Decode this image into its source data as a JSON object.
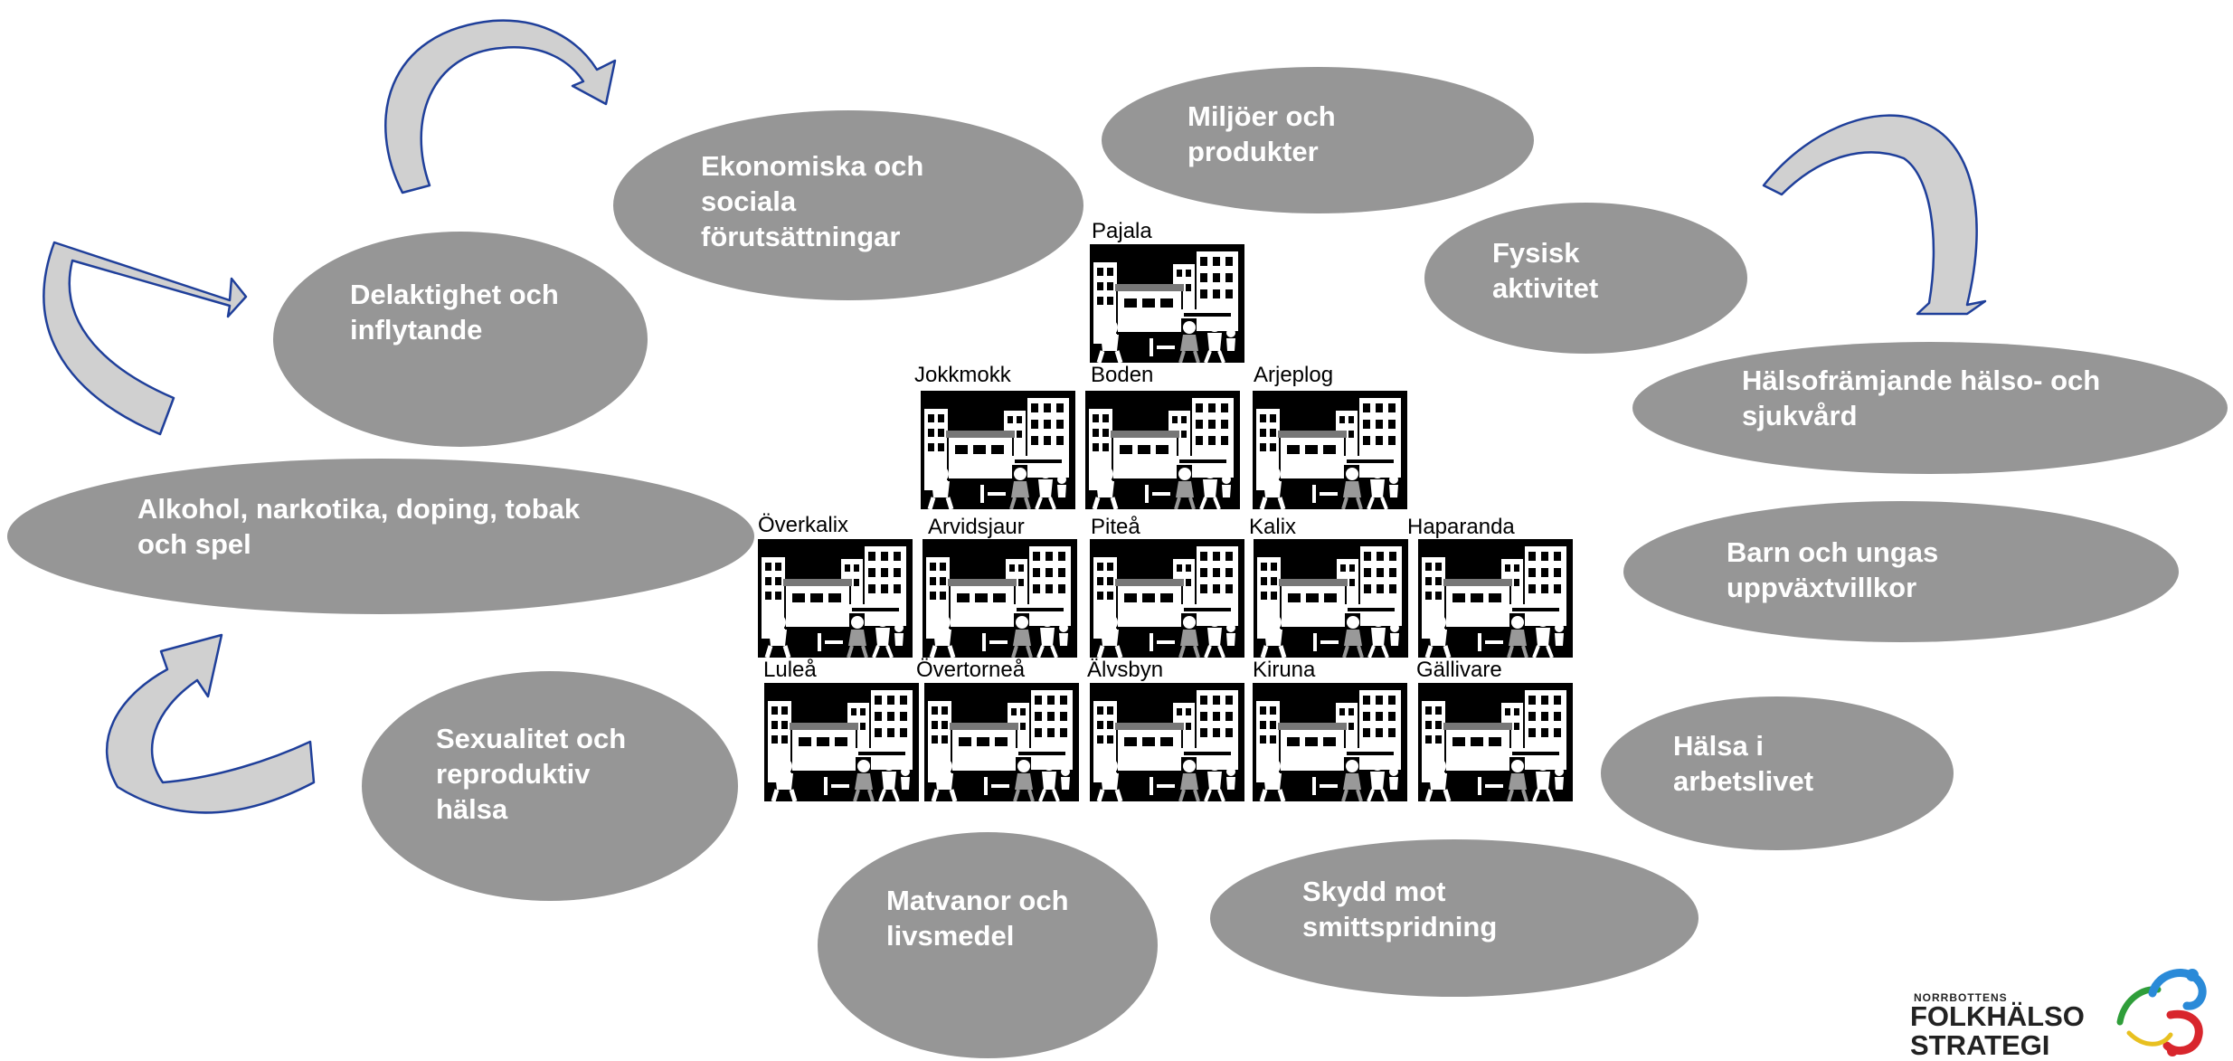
{
  "ellipses": [
    {
      "text": "Ekonomiska och\nsociala\nförutsättningar"
    },
    {
      "text": "Miljöer och\nprodukter"
    },
    {
      "text": "Fysisk\naktivitet"
    },
    {
      "text": "Delaktighet och\ninflytande"
    },
    {
      "text": "Hälsofrämjande hälso- och\nsjukvård"
    },
    {
      "text": "Alkohol, narkotika, doping, tobak\noch spel"
    },
    {
      "text": "Barn och ungas\nuppväxtvillkor"
    },
    {
      "text": "Sexualitet och\nreproduktiv\nhälsa"
    },
    {
      "text": "Hälsa i\narbetslivet"
    },
    {
      "text": "Matvanor och\nlivsmedel"
    },
    {
      "text": "Skydd mot\nsmittspridning"
    }
  ],
  "municipalities": [
    "Pajala",
    "Jokkmokk",
    "Boden",
    "Arjeplog",
    "Överkalix",
    "Arvidsjaur",
    "Piteå",
    "Kalix",
    "Haparanda",
    "Luleå",
    "Övertorneå",
    "Älvsbyn",
    "Kiruna",
    "Gällivare"
  ],
  "logo": {
    "small": "NORRBOTTENS",
    "line1": "FOLKHÄLSO",
    "line2": "STRATEGI"
  },
  "colors": {
    "ellipse_fill": "#969696",
    "ellipse_text": "#ffffff",
    "arrow_stroke": "#1f3f9a",
    "arrow_fill": "#d0d0d0"
  }
}
